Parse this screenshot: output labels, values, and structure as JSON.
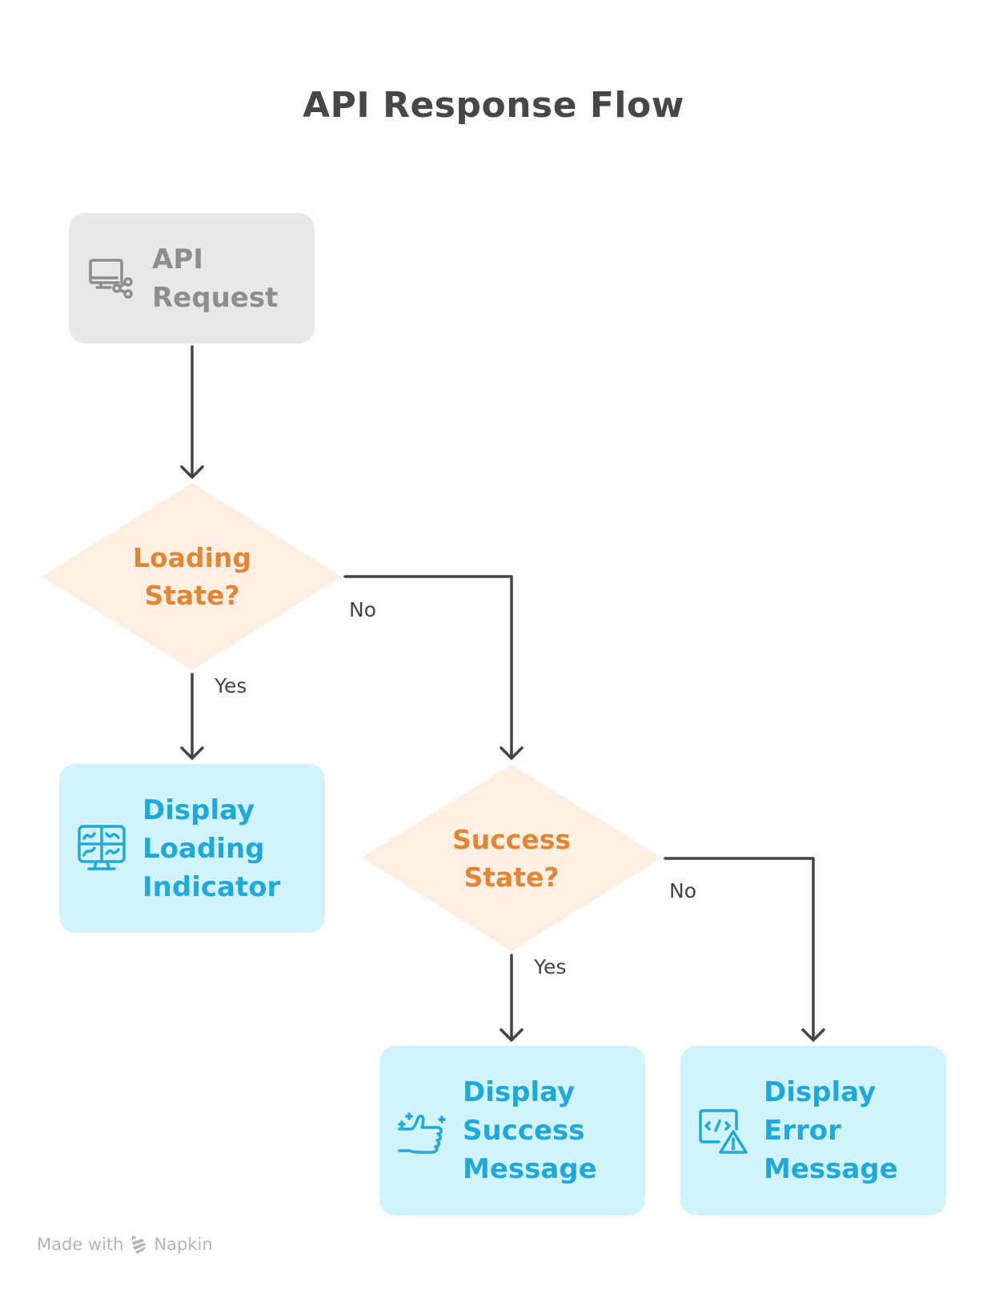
{
  "title": "API Response Flow",
  "colors": {
    "start_fill": "#e9e9e9",
    "start_text": "#8e8e8e",
    "decision_fill": "#fdf0e3",
    "decision_text": "#e08634",
    "action_fill": "#d2f2fc",
    "action_text": "#1ea9dc",
    "connector": "#444444"
  },
  "nodes": {
    "api_request": {
      "lines": [
        "API",
        "Request"
      ],
      "icon": "monitor-share-icon"
    },
    "loading_state": {
      "lines": [
        "Loading",
        "State?"
      ]
    },
    "success_state": {
      "lines": [
        "Success",
        "State?"
      ]
    },
    "display_loading": {
      "lines": [
        "Display",
        "Loading",
        "Indicator"
      ],
      "icon": "dashboard-monitor-icon"
    },
    "display_success": {
      "lines": [
        "Display",
        "Success",
        "Message"
      ],
      "icon": "thumbs-up-sparkle-icon"
    },
    "display_error": {
      "lines": [
        "Display",
        "Error",
        "Message"
      ],
      "icon": "code-warning-icon"
    }
  },
  "edges": [
    {
      "from": "api_request",
      "to": "loading_state",
      "label": ""
    },
    {
      "from": "loading_state",
      "to": "display_loading",
      "label": "Yes"
    },
    {
      "from": "loading_state",
      "to": "success_state",
      "label": "No"
    },
    {
      "from": "success_state",
      "to": "display_success",
      "label": "Yes"
    },
    {
      "from": "success_state",
      "to": "display_error",
      "label": "No"
    }
  ],
  "footer": {
    "prefix": "Made with",
    "brand": "Napkin"
  }
}
